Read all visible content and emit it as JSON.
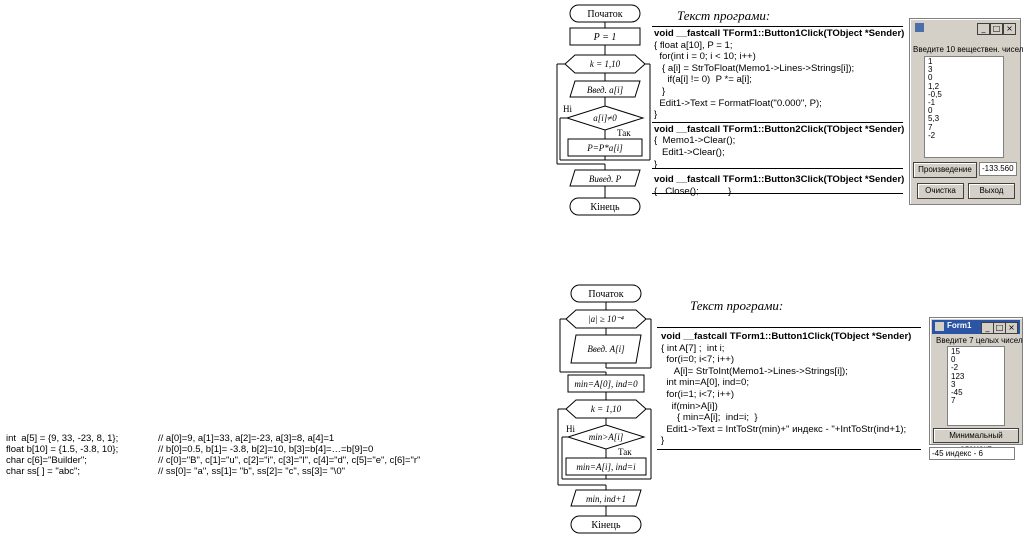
{
  "declarations": {
    "lines": [
      {
        "code": "int  a[5] = {9, 33, -23, 8, 1};",
        "comment": "// a[0]=9, a[1]=33, a[2]=-23, a[3]=8, a[4]=1"
      },
      {
        "code": "float b[10] = {1.5, -3.8, 10};",
        "comment": "// b[0]=0.5, b[1]= -3.8, b[2]=10, b[3]=b[4]=…=b[9]=0"
      },
      {
        "code": "char c[6]=\"Builder\";",
        "comment": "// c[0]=\"B\", c[1]=\"u\", c[2]=\"i\", c[3]=\"l\", c[4]=\"d\", c[5]=\"e\", c[6]=\"r\""
      },
      {
        "code": "char ss[ ] = \"abc\";",
        "comment": "// ss[0]= \"a\", ss[1]= \"b\", ss[2]= \"c\", ss[3]= \"\\0\""
      }
    ]
  },
  "example1": {
    "flowchart": {
      "start": "Початок",
      "init": "P = 1",
      "loop": "k = 1,10",
      "input": "Введ. a[i]",
      "cond": "a[i]≠0",
      "no": "Ні",
      "yes": "Так",
      "assign": "P=P*a[i]",
      "output": "Вивед. P",
      "end": "Кінець"
    },
    "code_header": "Текст програми:",
    "code": [
      {
        "text": "void __fastcall TForm1::Button1Click(TObject *Sender)",
        "bold": true
      },
      {
        "text": "{ float a[10], P = 1;",
        "bold": false
      },
      {
        "text": "  for(int i = 0; i < 10; i++)",
        "bold": false
      },
      {
        "text": "   { a[i] = StrToFloat(Memo1->Lines->Strings[i]);",
        "bold": false
      },
      {
        "text": "     if(a[i] != 0)  P *= a[i];",
        "bold": false
      },
      {
        "text": "   }",
        "bold": false
      },
      {
        "text": "  Edit1->Text = FormatFloat(\"0.000\", P);",
        "bold": false
      },
      {
        "text": "}",
        "bold": false
      },
      {
        "text": "void __fastcall TForm1::Button2Click(TObject *Sender)",
        "bold": true
      },
      {
        "text": "{  Memo1->Clear();",
        "bold": false
      },
      {
        "text": "   Edit1->Clear();",
        "bold": false
      },
      {
        "text": "}",
        "bold": false
      },
      {
        "text": "void __fastcall TForm1::Button3Click(TObject *Sender)",
        "bold": true
      },
      {
        "text": "{   Close();           }",
        "bold": false
      }
    ],
    "form": {
      "caption": "",
      "label": "Введите 10 веществен. чисел",
      "memo_lines": [
        "1",
        "3",
        "0",
        "1,2",
        "-0,5",
        "-1",
        "0",
        "5,3",
        "7",
        "-2"
      ],
      "product_button": "Произведение",
      "result": "-133.560",
      "clear_button": "Очистка",
      "exit_button": "Выход"
    }
  },
  "example2": {
    "flowchart": {
      "start": "Початок",
      "loop1": "|a| ≥ 10⁻⁴",
      "input": "Введ. A[i]",
      "init": "min=A[0], ind=0",
      "loop2": "k = 1,10",
      "cond": "min>A[i]",
      "no": "Ні",
      "yes": "Так",
      "assign": "min=A[i], ind=i",
      "output": "min, ind+1",
      "end": "Кінець"
    },
    "code_header": "Текст програми:",
    "code": [
      {
        "text": "void __fastcall TForm1::Button1Click(TObject *Sender)",
        "bold": true
      },
      {
        "text": "{ int A[7] ;  int i;",
        "bold": false
      },
      {
        "text": "  for(i=0; i<7; i++)",
        "bold": false
      },
      {
        "text": "     A[i]= StrToInt(Memo1->Lines->Strings[i]);",
        "bold": false
      },
      {
        "text": "  int min=A[0], ind=0;",
        "bold": false
      },
      {
        "text": "  for(i=1; i<7; i++)",
        "bold": false
      },
      {
        "text": "    if(min>A[i])",
        "bold": false
      },
      {
        "text": "      { min=A[i];  ind=i;  }",
        "bold": false
      },
      {
        "text": "  Edit1->Text = IntToStr(min)+\" индекс - \"+IntToStr(ind+1);",
        "bold": false
      },
      {
        "text": "}",
        "bold": false
      }
    ],
    "form": {
      "caption": "Form1",
      "label": "Введите 7 целых чисел",
      "memo_lines": [
        "15",
        "0",
        "-2",
        "123",
        "3",
        "-45",
        "7"
      ],
      "min_button": "Минимальный элемент",
      "result": "-45 индекс - 6"
    }
  }
}
